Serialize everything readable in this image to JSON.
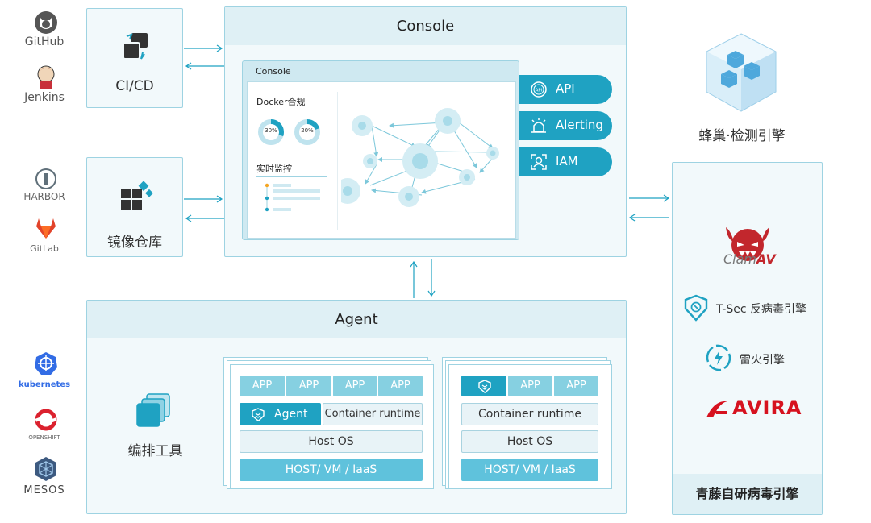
{
  "sources": {
    "github": "GitHub",
    "jenkins": "Jenkins",
    "harbor": "HARBOR",
    "gitlab": "GitLab",
    "kubernetes": "kubernetes",
    "openshift": "OPENSHIFT",
    "mesos": "MESOS"
  },
  "cicd": {
    "label": "CI/CD"
  },
  "registry": {
    "label": "镜像仓库"
  },
  "orchestration": {
    "label": "编排工具"
  },
  "console": {
    "title": "Console",
    "inner_title": "Console",
    "docker_compliance": "Docker合规",
    "donut1": "30%",
    "donut2": "20%",
    "realtime": "实时监控",
    "buttons": [
      "API",
      "Alerting",
      "IAM"
    ]
  },
  "agent": {
    "title": "Agent",
    "stack1": {
      "apps": [
        "APP",
        "APP",
        "APP",
        "APP"
      ],
      "agent_label": "Agent",
      "runtime": "Container runtime",
      "host_os": "Host OS",
      "iaas": "HOST/ VM / IaaS"
    },
    "stack2": {
      "apps": [
        "APP",
        "APP"
      ],
      "runtime": "Container runtime",
      "host_os": "Host OS",
      "iaas": "HOST/ VM / IaaS"
    }
  },
  "hive": {
    "label": "蜂巢·检测引擎"
  },
  "engines": {
    "clamav_a": "Clam",
    "clamav_b": "AV",
    "tsec": "T-Sec 反病毒引擎",
    "leihuo": "雷火引擎",
    "avira": "AVIRA",
    "footer": "青藤自研病毒引擎"
  },
  "colors": {
    "accent": "#1fa2c2",
    "light": "#dff0f5",
    "border": "#9ed3e2"
  }
}
